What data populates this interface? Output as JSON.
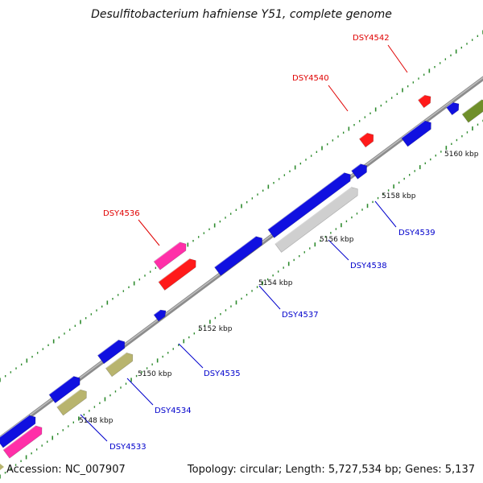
{
  "title": "Desulfitobacterium hafniense Y51, complete genome",
  "footer": {
    "accession": "Accession: NC_007907",
    "summary": "Topology: circular; Length: 5,727,534 bp; Genes: 5,137"
  },
  "colors": {
    "backbone": "#8c8c8c",
    "tick": "#2e8b2e",
    "label_red": "#e00000",
    "label_blue": "#0000cc",
    "leader_red": "#e00000",
    "leader_blue": "#0000cc"
  },
  "scale": {
    "unit": "kbp",
    "ticks": [
      {
        "kbp": 5148,
        "label": "5148 kbp"
      },
      {
        "kbp": 5150,
        "label": "5150 kbp"
      },
      {
        "kbp": 5152,
        "label": "5152 kbp"
      },
      {
        "kbp": 5154,
        "label": "5154 kbp"
      },
      {
        "kbp": 5156,
        "label": "5156 kbp"
      },
      {
        "kbp": 5158,
        "label": "5158 kbp"
      },
      {
        "kbp": 5160,
        "label": "5160 kbp"
      }
    ]
  },
  "labels": [
    {
      "text": "DSY4533",
      "color": "blue"
    },
    {
      "text": "DSY4534",
      "color": "blue"
    },
    {
      "text": "DSY4535",
      "color": "blue"
    },
    {
      "text": "DSY4536",
      "color": "red"
    },
    {
      "text": "DSY4537",
      "color": "blue"
    },
    {
      "text": "DSY4538",
      "color": "blue"
    },
    {
      "text": "DSY4539",
      "color": "blue"
    },
    {
      "text": "DSY4540",
      "color": "red"
    },
    {
      "text": "DSY4542",
      "color": "red"
    }
  ],
  "features": [
    {
      "name": "gene-pink",
      "color": "#ff2fa8"
    },
    {
      "name": "gene-blue",
      "color": "#1010e0"
    },
    {
      "name": "gene-olive",
      "color": "#b8b46e"
    },
    {
      "name": "gene-red",
      "color": "#ff1a1a"
    },
    {
      "name": "gene-gray",
      "color": "#cfcfcf"
    },
    {
      "name": "gene-green",
      "color": "#6f8f2a"
    }
  ]
}
